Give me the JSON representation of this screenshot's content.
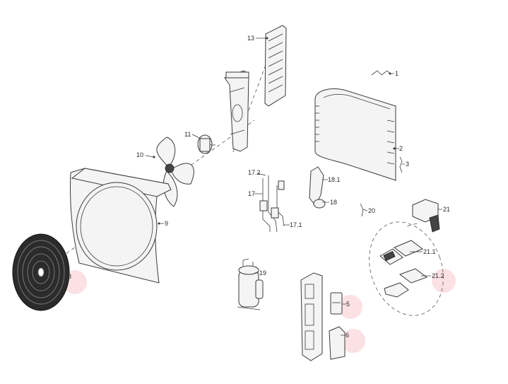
{
  "callouts": {
    "c1": "1",
    "c2": "2",
    "c3": "3",
    "c5": "5",
    "c6": "6",
    "c8": "8",
    "c9": "9",
    "c10": "10",
    "c11": "11",
    "c13": "13",
    "c17": "17",
    "c17_1": "17.1",
    "c17_2": "17.2",
    "c18": "18",
    "c18_1": "18.1",
    "c19": "19",
    "c20": "20",
    "c21": "21",
    "c21_1": "21.1",
    "c21_2": "21.2"
  },
  "highlight_color": "#f7c9cd"
}
